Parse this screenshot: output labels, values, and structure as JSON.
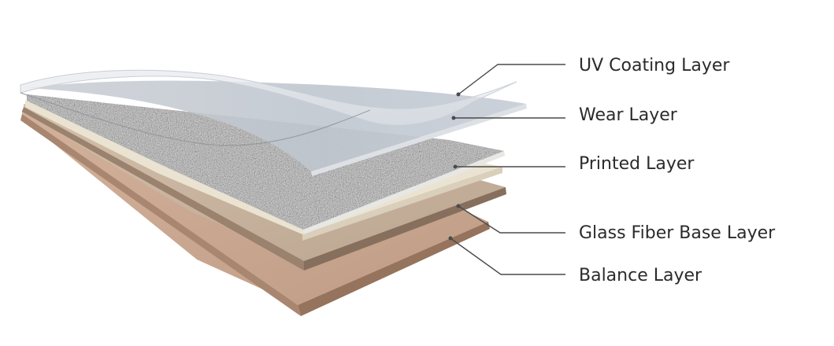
{
  "layers": [
    {
      "id": "uv-coating",
      "label": "UV Coating Layer"
    },
    {
      "id": "wear",
      "label": "Wear Layer"
    },
    {
      "id": "printed",
      "label": "Printed Layer"
    },
    {
      "id": "glass-fiber-base",
      "label": "Glass Fiber Base Layer"
    },
    {
      "id": "balance",
      "label": "Balance Layer"
    }
  ],
  "colors": {
    "balance_top": "#c8a58e",
    "balance_edge": "#96735c",
    "glass_fiber_top": "#c7b29d",
    "glass_fiber_edge": "#876f5d",
    "cream_band": "#ebe3d1",
    "printed_texture": "#9a9a9a",
    "printed_edge": "#e7e7e4",
    "wear_film": "#c5cbd3",
    "uv_film": "#e3e6ea",
    "leader_line": "#4a4a4a",
    "label_text": "#2b2b2b"
  }
}
